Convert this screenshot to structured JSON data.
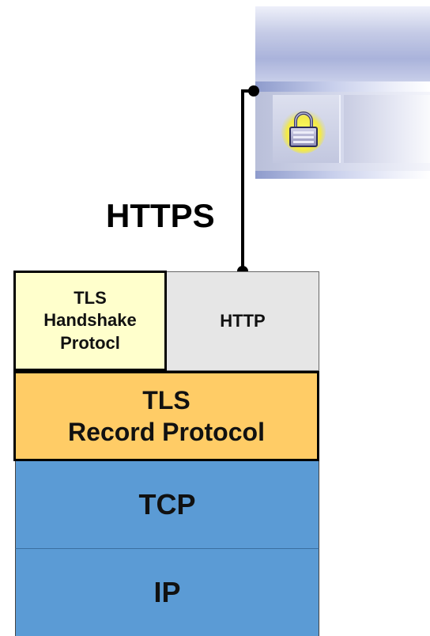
{
  "labels": {
    "https": "HTTPS"
  },
  "stack": {
    "tls_handshake": [
      "TLS",
      "Handshake",
      "Protocl"
    ],
    "http": "HTTP",
    "tls_record": [
      "TLS",
      "Record Protocol"
    ],
    "tcp": "TCP",
    "ip": "IP"
  },
  "colors": {
    "tls_handshake": "#ffffcc",
    "http": "#e6e6e6",
    "tls_record": "#ffcc66",
    "transport": "#5b9bd5"
  },
  "icons": {
    "browser_lock": "padlock-icon"
  }
}
